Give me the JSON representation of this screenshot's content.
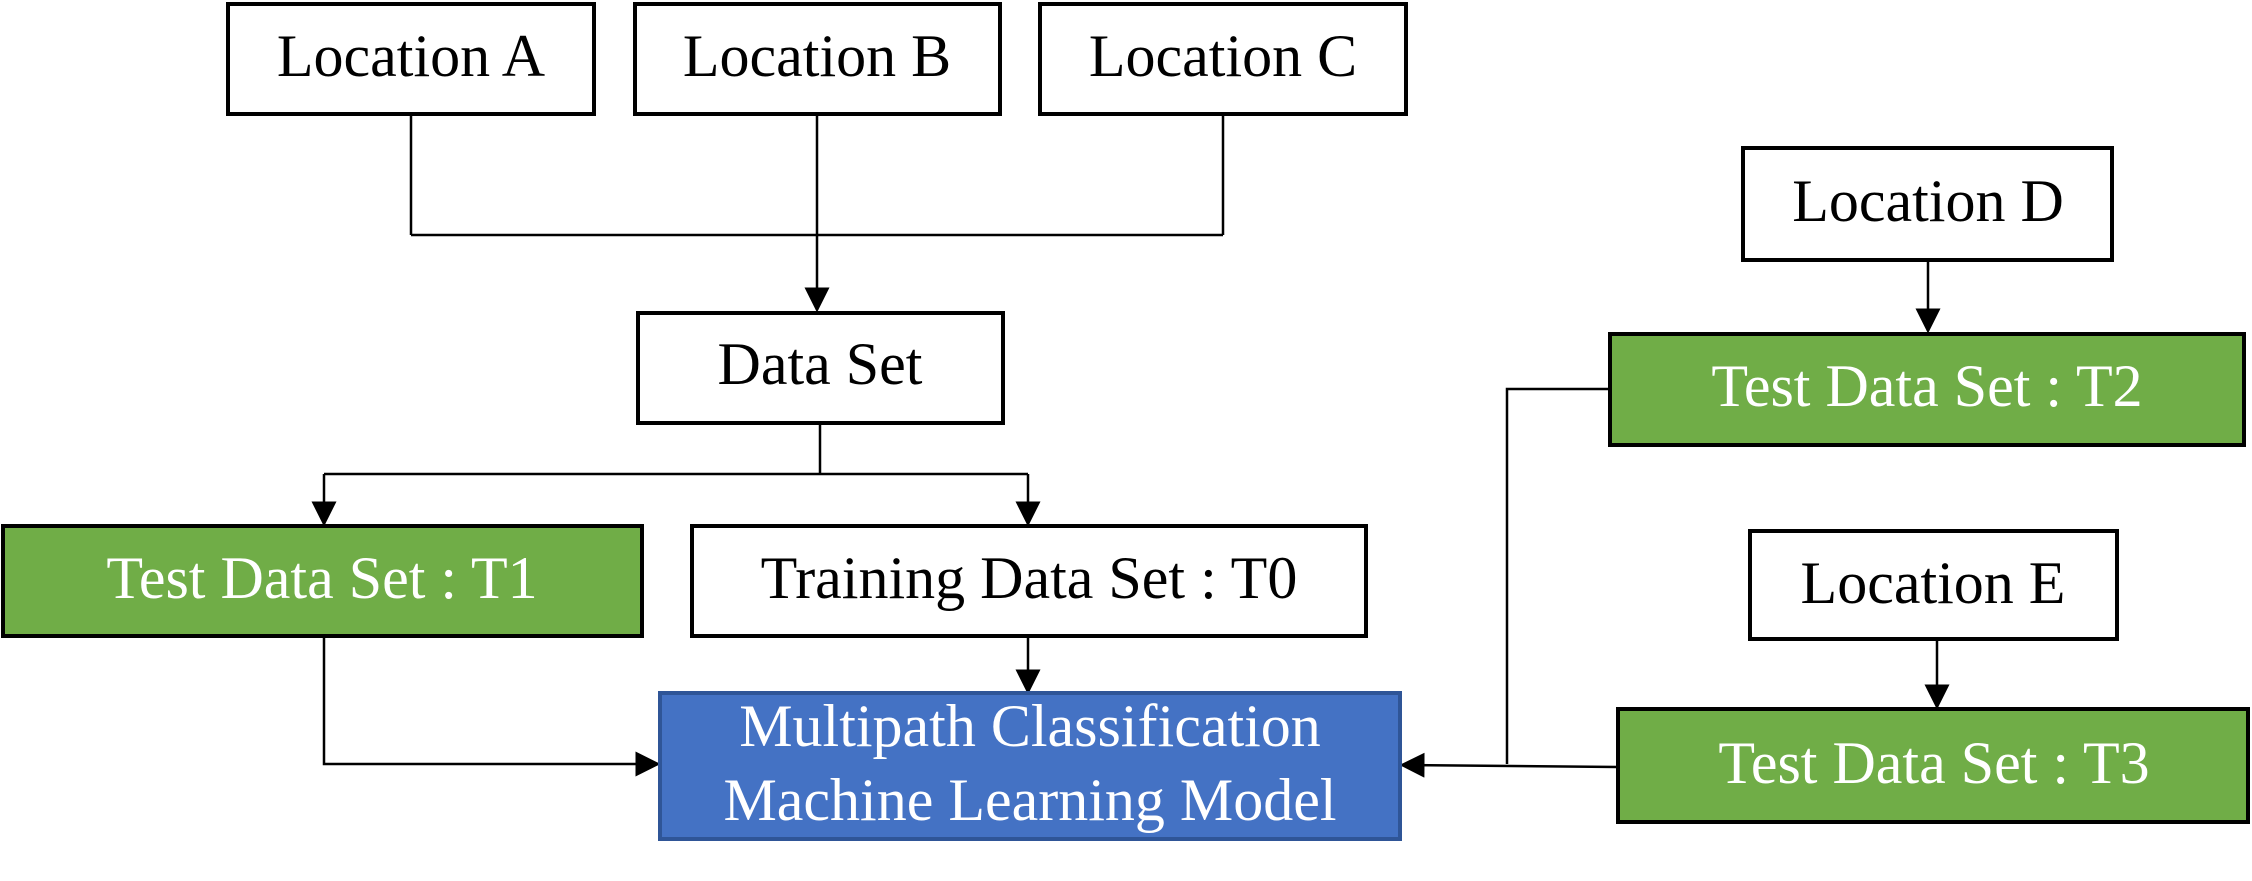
{
  "nodes": {
    "location_a": {
      "label": "Location A"
    },
    "location_b": {
      "label": "Location B"
    },
    "location_c": {
      "label": "Location C"
    },
    "location_d": {
      "label": "Location D"
    },
    "location_e": {
      "label": "Location E"
    },
    "data_set": {
      "label": "Data Set"
    },
    "test_t1": {
      "label": "Test Data Set : T1"
    },
    "training_t0": {
      "label": "Training Data Set : T0"
    },
    "test_t2": {
      "label": "Test Data Set : T2"
    },
    "test_t3": {
      "label": "Test Data Set : T3"
    },
    "model": {
      "line1": "Multipath Classification",
      "line2": "Machine Learning Model"
    }
  },
  "colors": {
    "green_fill": "#70ad47",
    "blue_fill": "#4472c4",
    "blue_border": "#2f5597",
    "text_on_color": "#ffffff",
    "text_default": "#000000"
  }
}
